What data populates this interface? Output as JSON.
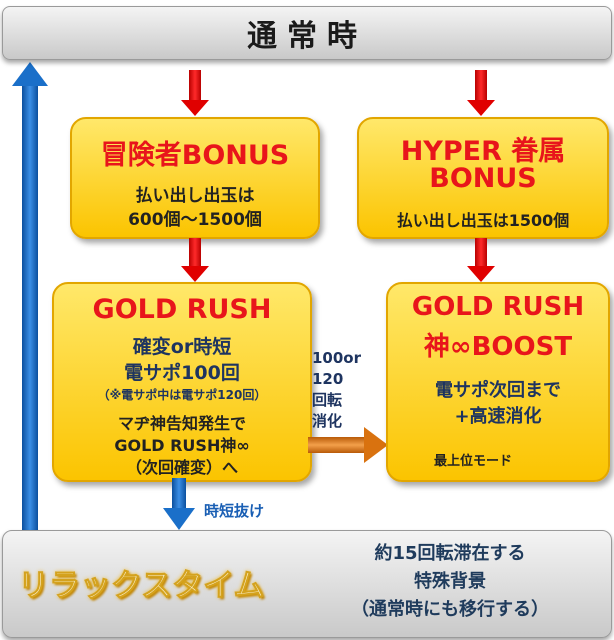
{
  "top_banner": {
    "title": "通常時"
  },
  "adventurer_bonus": {
    "title": "冒険者BONUS",
    "desc_lines": [
      "払い出し出玉は",
      "600個～1500個"
    ]
  },
  "hyper_bonus": {
    "title_lines": [
      "HYPER 眷属",
      "BONUS"
    ],
    "desc": "払い出し出玉は1500個"
  },
  "gold_rush": {
    "title": "GOLD RUSH",
    "line1": "確変or時短",
    "line2": "電サポ100回",
    "note": "（※電サポ中は電サポ120回）",
    "footer_lines": [
      "マヂ神告知発生で",
      "GOLD RUSH神∞",
      "（次回確変）へ"
    ]
  },
  "boost": {
    "title_lines": [
      "GOLD RUSH",
      "神∞BOOST"
    ],
    "desc_lines": [
      "電サポ次回まで",
      "+高速消化"
    ],
    "mode": "最上位モード"
  },
  "transition_label_lines": [
    "100or",
    "120",
    "回転",
    "消化"
  ],
  "jitan_exit_label": "時短抜け",
  "relax": {
    "title": "リラックスタイム",
    "desc_lines": [
      "約15回転滞在する",
      "特殊背景",
      "（通常時にも移行する）"
    ]
  },
  "colors": {
    "red_title": "#e8151b",
    "box_fill": "#fbc400",
    "navy_text": "#1e3460",
    "blue_arrow": "#1a6fc9",
    "orange_arrow": "#d9720f"
  }
}
